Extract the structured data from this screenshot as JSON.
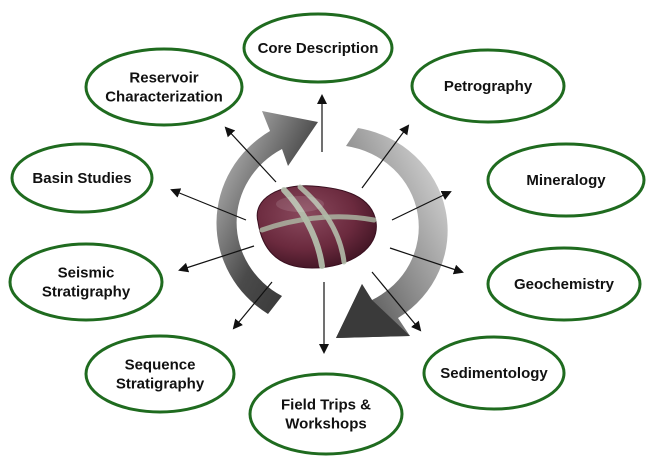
{
  "center": {
    "icon": "pebble-with-bands"
  },
  "colors": {
    "ellipse_stroke": "#1f6b1f",
    "arrow_dark": "#3a3a3a",
    "arrow_light": "#b8b8b8",
    "pebble": "#6b2a3e",
    "band": "#a9b7a3"
  },
  "nodes": [
    {
      "id": "core-description",
      "lines": [
        "Core Description"
      ]
    },
    {
      "id": "petrography",
      "lines": [
        "Petrography"
      ]
    },
    {
      "id": "mineralogy",
      "lines": [
        "Mineralogy"
      ]
    },
    {
      "id": "geochemistry",
      "lines": [
        "Geochemistry"
      ]
    },
    {
      "id": "sedimentology",
      "lines": [
        "Sedimentology"
      ]
    },
    {
      "id": "field-trips-workshops",
      "lines": [
        "Field Trips &",
        "Workshops"
      ]
    },
    {
      "id": "sequence-stratigraphy",
      "lines": [
        "Sequence",
        "Stratigraphy"
      ]
    },
    {
      "id": "seismic-stratigraphy",
      "lines": [
        "Seismic",
        "Stratigraphy"
      ]
    },
    {
      "id": "basin-studies",
      "lines": [
        "Basin Studies"
      ]
    },
    {
      "id": "reservoir-characterization",
      "lines": [
        "Reservoir",
        "Characterization"
      ]
    }
  ]
}
